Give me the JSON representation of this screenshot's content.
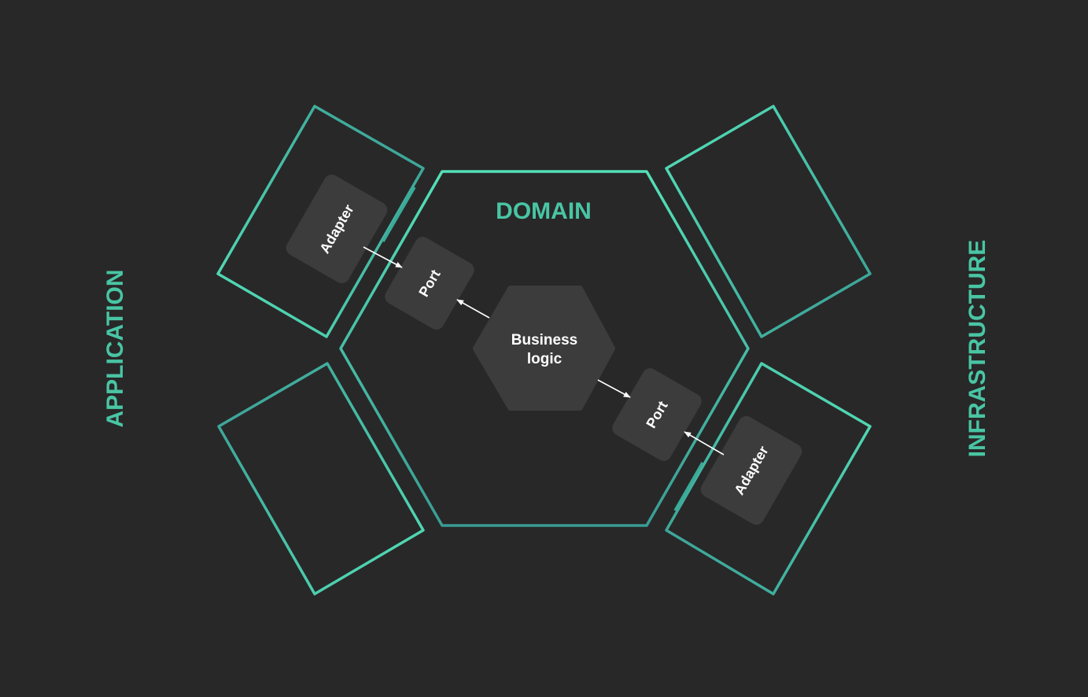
{
  "labels": {
    "domain": "DOMAIN",
    "application": "APPLICATION",
    "infrastructure": "INFRASTRUCTURE",
    "core_line1": "Business",
    "core_line2": "logic",
    "adapter": "Adapter",
    "port": "Port"
  },
  "colors": {
    "background": "#282828",
    "accent_light": "#54e0b8",
    "accent_dark": "#3a9c94",
    "label": "#49c5a4",
    "box_fill": "#3c3c3c",
    "text": "#ffffff"
  }
}
